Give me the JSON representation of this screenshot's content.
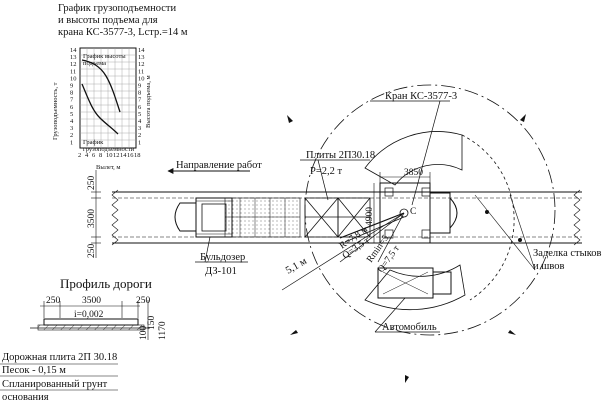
{
  "chart": {
    "title_l1": "График грузоподъемности",
    "title_l2": "и высоты подъема для",
    "title_l3": "крана КС-3577-3, Lстр.=14 м",
    "y_left_label": "Грузоподъемность, т",
    "y_right_label": "Высота подъема, м",
    "x_label": "Вылет, м",
    "y_ticks": [
      "14",
      "13",
      "12",
      "11",
      "10",
      "9",
      "8",
      "7",
      "6",
      "5",
      "4",
      "3",
      "2",
      "1"
    ],
    "x_ticks": [
      "2",
      "4",
      "6",
      "8",
      "10",
      "12",
      "14",
      "16",
      "18"
    ],
    "curve_height_label_l1": "График высоты",
    "curve_height_label_l2": "подъема",
    "curve_capacity_label_l1": "График",
    "curve_capacity_label_l2": "грузоподъемности"
  },
  "plan": {
    "work_direction": "Направление работ",
    "crane_label": "Кран КС-3577-3",
    "slabs_label": "Плиты 2П30.18",
    "slab_weight": "P=2,2 т",
    "dim_3850": "3850",
    "dim_4900": "4900",
    "dim_250_top": "250",
    "dim_3500": "3500",
    "dim_250_bottom": "250",
    "radius_51": "5,1 м",
    "radius_r78": "R=7,8 м",
    "radius_q35": "Q=3,5 т",
    "radius_rmin": "Rmin=5",
    "radius_q75": "Q=7,5 т",
    "bulldozer_l1": "Бульдозер",
    "bulldozer_l2": "ДЗ-101",
    "truck_label": "Автомобиль",
    "joint_l1": "Заделка стыков",
    "joint_l2": "и швов"
  },
  "profile": {
    "title": "Профиль дороги",
    "dim_250_left": "250",
    "dim_3500": "3500",
    "dim_250_right": "250",
    "slope": "i=0,002",
    "dim_100": "100",
    "dim_150": "150",
    "dim_1170": "1170",
    "layer_1": "Дорожная плита 2П 30.18",
    "layer_2": "Песок - 0,15 м",
    "layer_3_l1": "Спланированный грунт",
    "layer_3_l2": "основания"
  }
}
